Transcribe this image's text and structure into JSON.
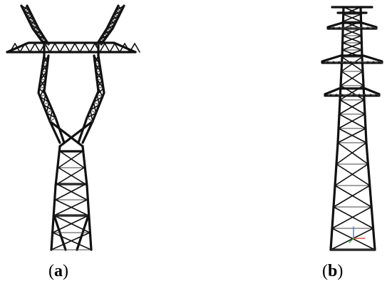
{
  "figure": {
    "panels": [
      {
        "id": "a",
        "label_open": "(",
        "label_letter": "a",
        "label_close": ")"
      },
      {
        "id": "b",
        "label_open": "(",
        "label_letter": "b",
        "label_close": ")"
      }
    ],
    "axis_marker_colors": {
      "x": "#e05050",
      "y": "#4a6cff",
      "z": "#3cb043"
    }
  }
}
